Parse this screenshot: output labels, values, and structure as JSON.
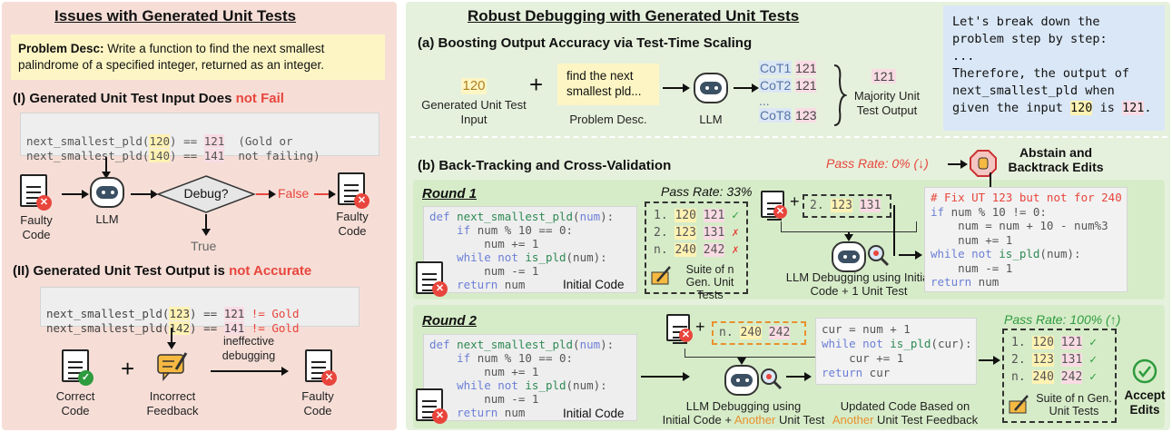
{
  "left": {
    "title": "Issues with Generated Unit Tests",
    "problem_label": "Problem Desc:",
    "problem_text": " Write a function to find the next smallest palindrome of a specified integer, returned as an integer.",
    "sec1_prefix": "(I) Generated Unit Test Input Does ",
    "sec1_highlight": "not Fail",
    "code1": [
      {
        "pre": "next_smallest_pld(",
        "arg": "120",
        "mid": ") == ",
        "out": "121",
        "post": "  (Gold or"
      },
      {
        "pre": "next_smallest_pld(",
        "arg": "140",
        "mid": ") == ",
        "out": "141",
        "post": "  not failing)"
      }
    ],
    "faulty_code_1": "Faulty Code",
    "llm": "LLM",
    "debug_q": "Debug?",
    "false_label": "False",
    "true_label": "True",
    "faulty_code_2": "Faulty Code",
    "sec2_prefix": "(II) Generated Unit Test Output is ",
    "sec2_highlight": "not Accurate",
    "code2": [
      {
        "pre": "next_smallest_pld(",
        "arg": "123",
        "mid": ") == ",
        "out": "121",
        "post": " != Gold"
      },
      {
        "pre": "next_smallest_pld(",
        "arg": "142",
        "mid": ") == ",
        "out": "141",
        "post": " != Gold"
      }
    ],
    "correct_code": "Correct Code",
    "plus": "+",
    "incorrect_feedback": "Incorrect Feedback",
    "ineffective": "ineffective debugging",
    "faulty_code_3": "Faulty Code"
  },
  "right": {
    "title": "Robust Debugging with Generated Unit Tests",
    "a_title": "(a) Boosting Output Accuracy via Test-Time Scaling",
    "gen_input_value": "120",
    "gen_input_label": "Generated Unit Test Input",
    "plus": "+",
    "problem_snippet": "find the next smallest pld...",
    "problem_desc_label": "Problem Desc.",
    "llm": "LLM",
    "cots": [
      {
        "name": "CoT1",
        "val": "121"
      },
      {
        "name": "CoT2",
        "val": "121"
      },
      {
        "name": "...",
        "val": ""
      },
      {
        "name": "CoT8",
        "val": "123"
      }
    ],
    "majority_value": "121",
    "majority_label": "Majority Unit Test Output",
    "cot_bubble_1": "Let's break down the problem step by step:",
    "cot_bubble_2": "...",
    "cot_bubble_3": "Therefore, the output of next_smallest_pld when given the input ",
    "cot_bubble_in": "120",
    "cot_bubble_4": " is ",
    "cot_bubble_out": "121",
    "cot_bubble_5": ".",
    "b_title": "(b) Back-Tracking and Cross-Validation",
    "pass_zero": "Pass Rate: 0% (↓)",
    "abstain": "Abstain and Backtrack Edits",
    "round1": "Round 1",
    "round2": "Round 2",
    "initial_code": [
      "def next_smallest_pld(num):",
      "    if num % 10 == 0:",
      "        num += 1",
      "    while not is_pld(num):",
      "        num -= 1",
      "    return num"
    ],
    "initial_code_label": "Initial Code",
    "pass33": "Pass Rate: 33%",
    "suite1": [
      {
        "idx": "1.",
        "in": "120",
        "out": "121",
        "mark": "✓"
      },
      {
        "idx": "2.",
        "in": "123",
        "out": "131",
        "mark": "✗"
      },
      {
        "idx": "n.",
        "in": "240",
        "out": "242",
        "mark": "✗"
      }
    ],
    "suite_label": "Suite of n Gen. Unit Tests",
    "ut_single_1": {
      "idx": "2.",
      "in": "123",
      "out": "131"
    },
    "debug1_label": "LLM Debugging using Initial Code + 1 Unit Test",
    "fix_code": [
      "# Fix UT 123 but not for 240",
      "if num % 10 != 0:",
      "    num = num + 10 - num%3",
      "    num += 1",
      "while not is_pld(num):",
      "    num -= 1",
      "return num"
    ],
    "ut_single_2": {
      "idx": "n.",
      "in": "240",
      "out": "242"
    },
    "debug2_label_1": "LLM Debugging using",
    "debug2_label_2": "Initial Code + ",
    "debug2_label_3": "Another",
    "debug2_label_4": " Unit Test",
    "updated_code": [
      "cur = num + 1",
      "while not is_pld(cur):",
      "    cur += 1",
      "return cur"
    ],
    "updated_label_1": "Updated Code Based on",
    "updated_label_2": "Another",
    "updated_label_3": " Unit Test Feedback",
    "pass100": "Pass Rate: 100% (↑)",
    "suite2": [
      {
        "idx": "1.",
        "in": "120",
        "out": "121",
        "mark": "✓"
      },
      {
        "idx": "2.",
        "in": "123",
        "out": "131",
        "mark": "✓"
      },
      {
        "idx": "n.",
        "in": "240",
        "out": "242",
        "mark": "✓"
      }
    ],
    "accept": "Accept Edits"
  }
}
